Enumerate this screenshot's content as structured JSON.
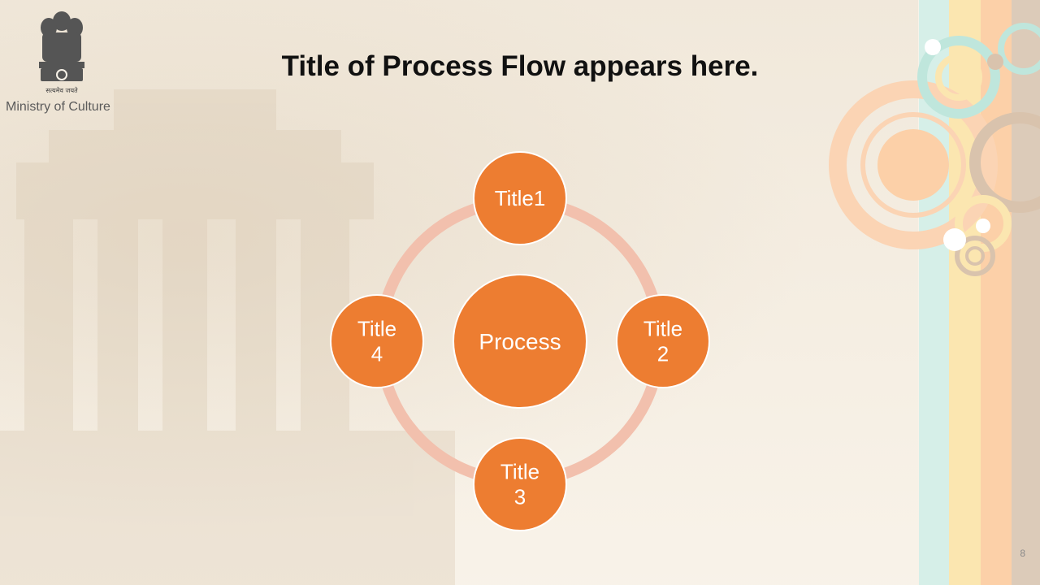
{
  "header": {
    "emblem_motto": "सत्यमेव जयते",
    "ministry": "Ministry of Culture",
    "title": "Title of Process Flow appears here."
  },
  "diagram": {
    "center": "Process",
    "nodes": [
      {
        "id": "title1",
        "lines": [
          "Title1"
        ]
      },
      {
        "id": "title2",
        "lines": [
          "Title",
          "2"
        ]
      },
      {
        "id": "title3",
        "lines": [
          "Title",
          "3"
        ]
      },
      {
        "id": "title4",
        "lines": [
          "Title",
          "4"
        ]
      }
    ]
  },
  "footer": {
    "page_number": "8"
  },
  "colors": {
    "node_fill": "#ed7d31",
    "ring": "#f2c0ad",
    "stripe_mint": "#d6efe8",
    "stripe_yellow": "#fbe6b0",
    "stripe_peach": "#fcd0a8",
    "stripe_tan": "#dccbb9"
  }
}
